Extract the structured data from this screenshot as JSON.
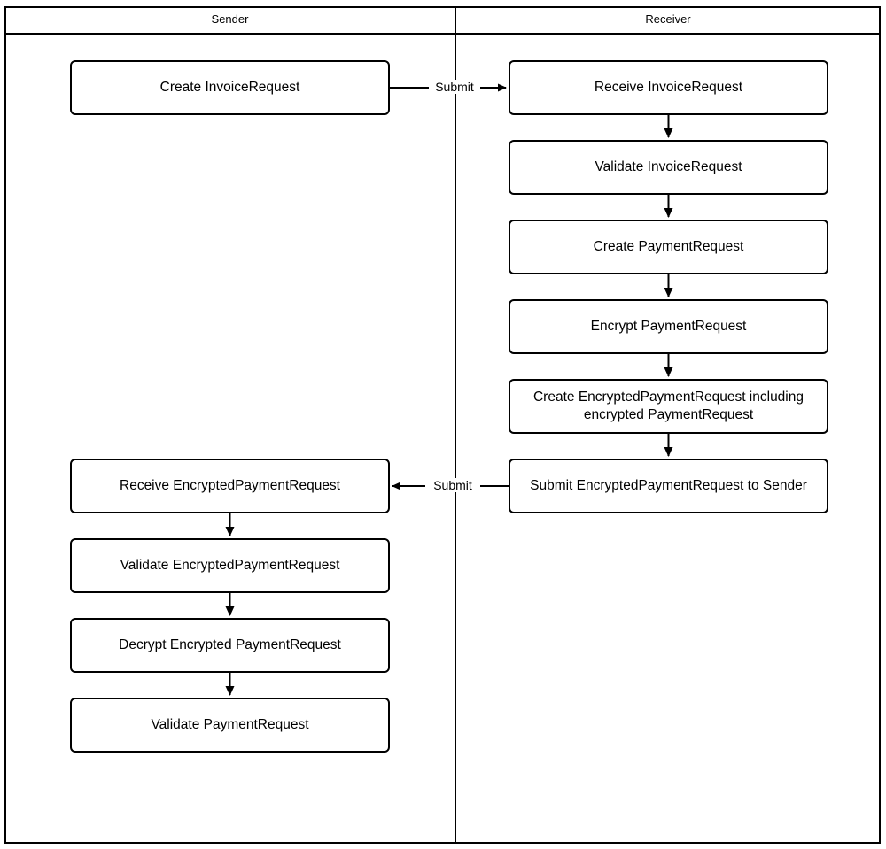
{
  "diagram": {
    "type": "swimlane-flowchart",
    "title": "",
    "lanes": [
      {
        "id": "sender",
        "label": "Sender"
      },
      {
        "id": "receiver",
        "label": "Receiver"
      }
    ],
    "nodes": [
      {
        "id": "n1",
        "lane": "sender",
        "label": "Create InvoiceRequest"
      },
      {
        "id": "n2",
        "lane": "receiver",
        "label": "Receive InvoiceRequest"
      },
      {
        "id": "n3",
        "lane": "receiver",
        "label": "Validate InvoiceRequest"
      },
      {
        "id": "n4",
        "lane": "receiver",
        "label": "Create PaymentRequest"
      },
      {
        "id": "n5",
        "lane": "receiver",
        "label": "Encrypt PaymentRequest"
      },
      {
        "id": "n6",
        "lane": "receiver",
        "label": "Create EncryptedPaymentRequest including encrypted PaymentRequest"
      },
      {
        "id": "n7",
        "lane": "receiver",
        "label": "Submit EncryptedPaymentRequest to Sender"
      },
      {
        "id": "n8",
        "lane": "sender",
        "label": "Receive EncryptedPaymentRequest"
      },
      {
        "id": "n9",
        "lane": "sender",
        "label": "Validate EncryptedPaymentRequest"
      },
      {
        "id": "n10",
        "lane": "sender",
        "label": "Decrypt Encrypted PaymentRequest"
      },
      {
        "id": "n11",
        "lane": "sender",
        "label": "Validate PaymentRequest"
      }
    ],
    "edges": [
      {
        "from": "n1",
        "to": "n2",
        "label": "Submit",
        "direction": "right"
      },
      {
        "from": "n2",
        "to": "n3",
        "label": "",
        "direction": "down"
      },
      {
        "from": "n3",
        "to": "n4",
        "label": "",
        "direction": "down"
      },
      {
        "from": "n4",
        "to": "n5",
        "label": "",
        "direction": "down"
      },
      {
        "from": "n5",
        "to": "n6",
        "label": "",
        "direction": "down"
      },
      {
        "from": "n6",
        "to": "n7",
        "label": "",
        "direction": "down"
      },
      {
        "from": "n7",
        "to": "n8",
        "label": "Submit",
        "direction": "left"
      },
      {
        "from": "n8",
        "to": "n9",
        "label": "",
        "direction": "down"
      },
      {
        "from": "n9",
        "to": "n10",
        "label": "",
        "direction": "down"
      },
      {
        "from": "n10",
        "to": "n11",
        "label": "",
        "direction": "down"
      }
    ],
    "colors": {
      "stroke": "#000000",
      "fill": "#ffffff",
      "text": "#000000"
    }
  }
}
